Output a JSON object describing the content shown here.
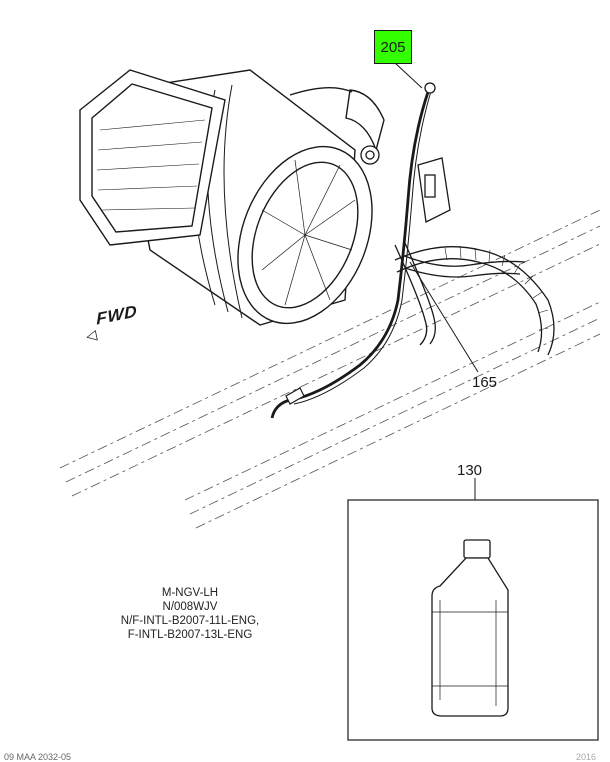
{
  "callouts": {
    "c205": "205",
    "c165": "165",
    "c130": "130"
  },
  "direction_label": "FWD",
  "notes": [
    "M-NGV-LH",
    "N/008WJV",
    "N/F-INTL-B2007-11L-ENG,",
    "F-INTL-B2007-13L-ENG"
  ],
  "footer": {
    "ref_left": "09 MAA 2032-05",
    "ref_right": "2016"
  },
  "colors": {
    "highlight": "#33ff00",
    "line": "#1a1a1a"
  }
}
